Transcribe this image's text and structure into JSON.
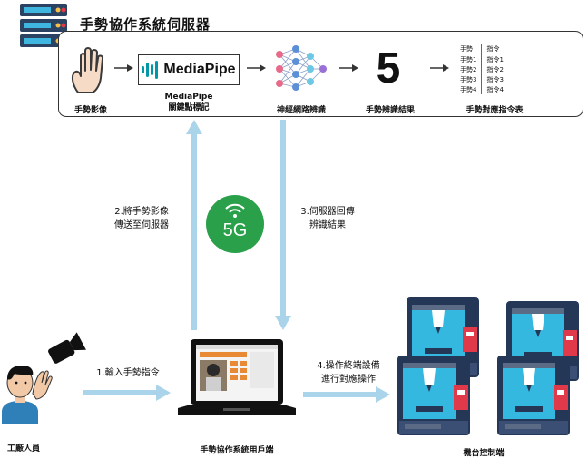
{
  "title": "手勢協作系統伺服器",
  "pipeline": {
    "gesture_image": "手勢影像",
    "mediapipe_logo": "MediaPipe",
    "mediapipe_label_line1": "MediaPipe",
    "mediapipe_label_line2": "關鍵點標記",
    "nn_label": "神經網路辨識",
    "result_digit": "5",
    "result_label": "手勢辨識結果",
    "table_label": "手勢對應指令表"
  },
  "command_table": {
    "headers": [
      "手勢",
      "指令"
    ],
    "rows": [
      [
        "手勢1",
        "指令1"
      ],
      [
        "手勢2",
        "指令2"
      ],
      [
        "手勢3",
        "指令3"
      ],
      [
        "手勢4",
        "指令4"
      ]
    ]
  },
  "steps": {
    "step1": "1.輸入手勢指令",
    "step2_line1": "2.將手勢影像",
    "step2_line2": "傳送至伺服器",
    "step3_line1": "3.伺服器回傳",
    "step3_line2": "辨識結果",
    "step4_line1": "4.操作終端設備",
    "step4_line2": "進行對應操作"
  },
  "network_badge": "5G",
  "worker_label": "工廠人員",
  "client_label": "手勢協作系統用戶端",
  "machine_label": "機台控制端",
  "colors": {
    "arrow_blue": "#a9d4ea",
    "badge_green": "#2aa04a",
    "printer_blue": "#35b8e0",
    "printer_red": "#e0394a",
    "printer_navy": "#243757"
  }
}
